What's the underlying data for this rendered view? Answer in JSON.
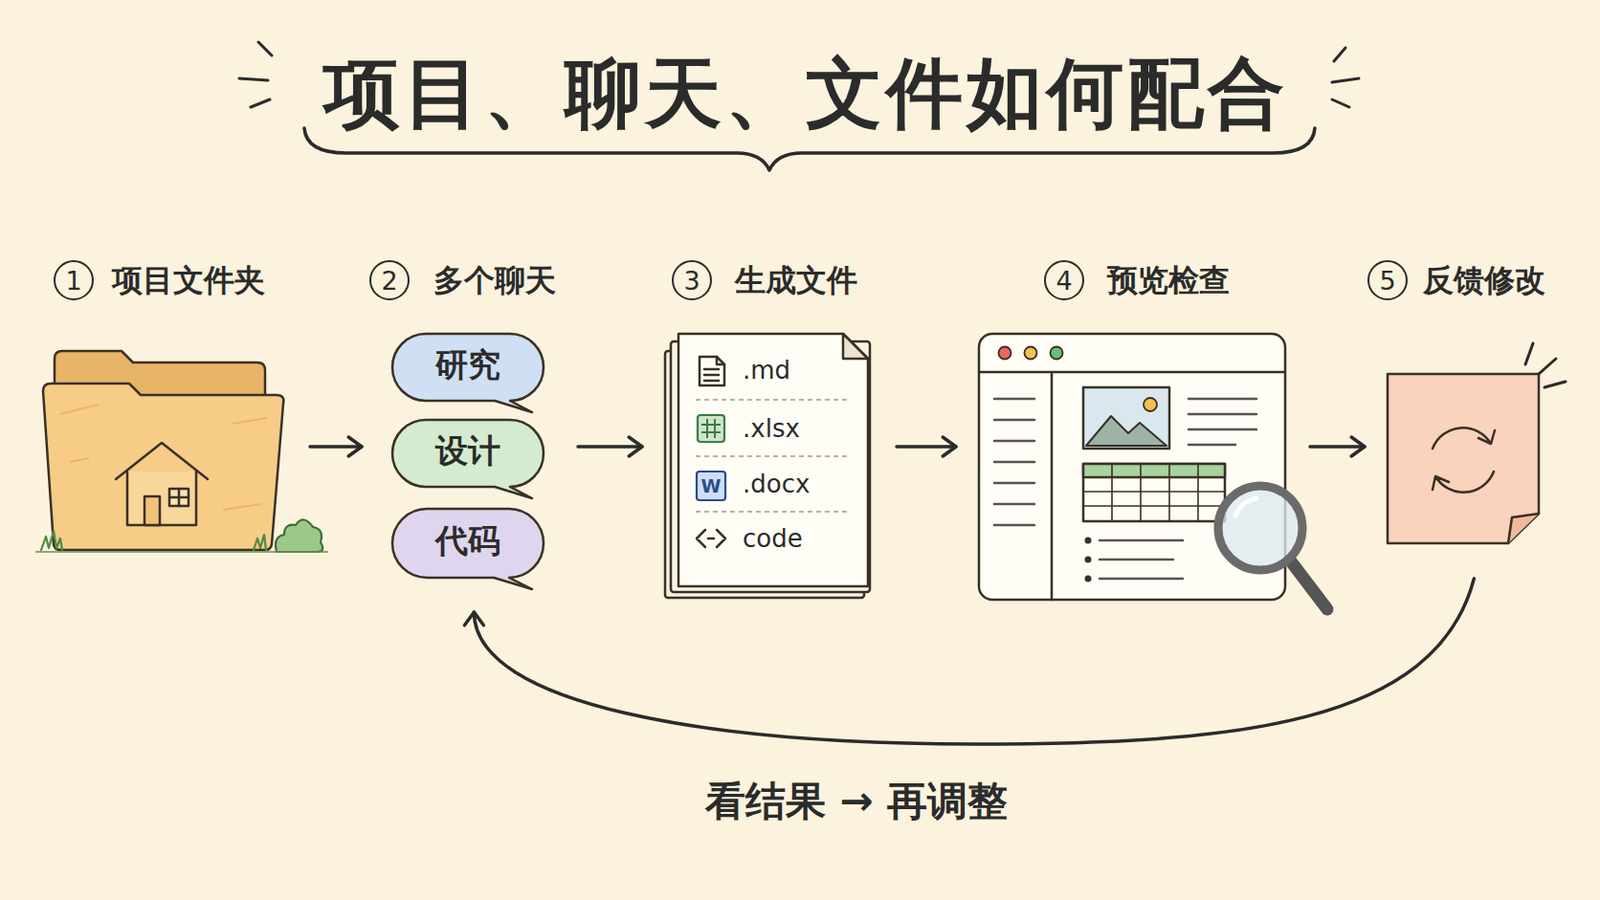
{
  "diagram": {
    "title": "项目、聊天、文件如何配合",
    "nodes": [
      {
        "text": [
          "项目文件夹"
        ]
      },
      {
        "text": [
          "多个聊天"
        ]
      },
      {
        "text": [
          "研究"
        ],
        "in": 1
      },
      {
        "text": [
          "设计"
        ],
        "in": 1
      },
      {
        "text": [
          "代码"
        ],
        "in": 1
      },
      {
        "text": [
          "生成文件",
          ".md",
          ".xlsx",
          ".docx",
          "code"
        ]
      },
      {
        "text": [
          "预览检查"
        ]
      },
      {
        "text": [
          "反馈修改"
        ]
      }
    ],
    "edges": [
      {
        "from": 0,
        "to": 1,
        "arrow": "to"
      },
      {
        "from": 1,
        "to": 5,
        "arrow": "to"
      },
      {
        "from": 5,
        "to": 6,
        "arrow": "to"
      },
      {
        "from": 6,
        "to": 7,
        "arrow": "to"
      },
      {
        "from": 7,
        "to": 1,
        "arrow": "to",
        "label": "看结果 → 再调整"
      }
    ],
    "labels": [
      "1",
      "2",
      "3",
      "4",
      "5",
      "W"
    ]
  }
}
